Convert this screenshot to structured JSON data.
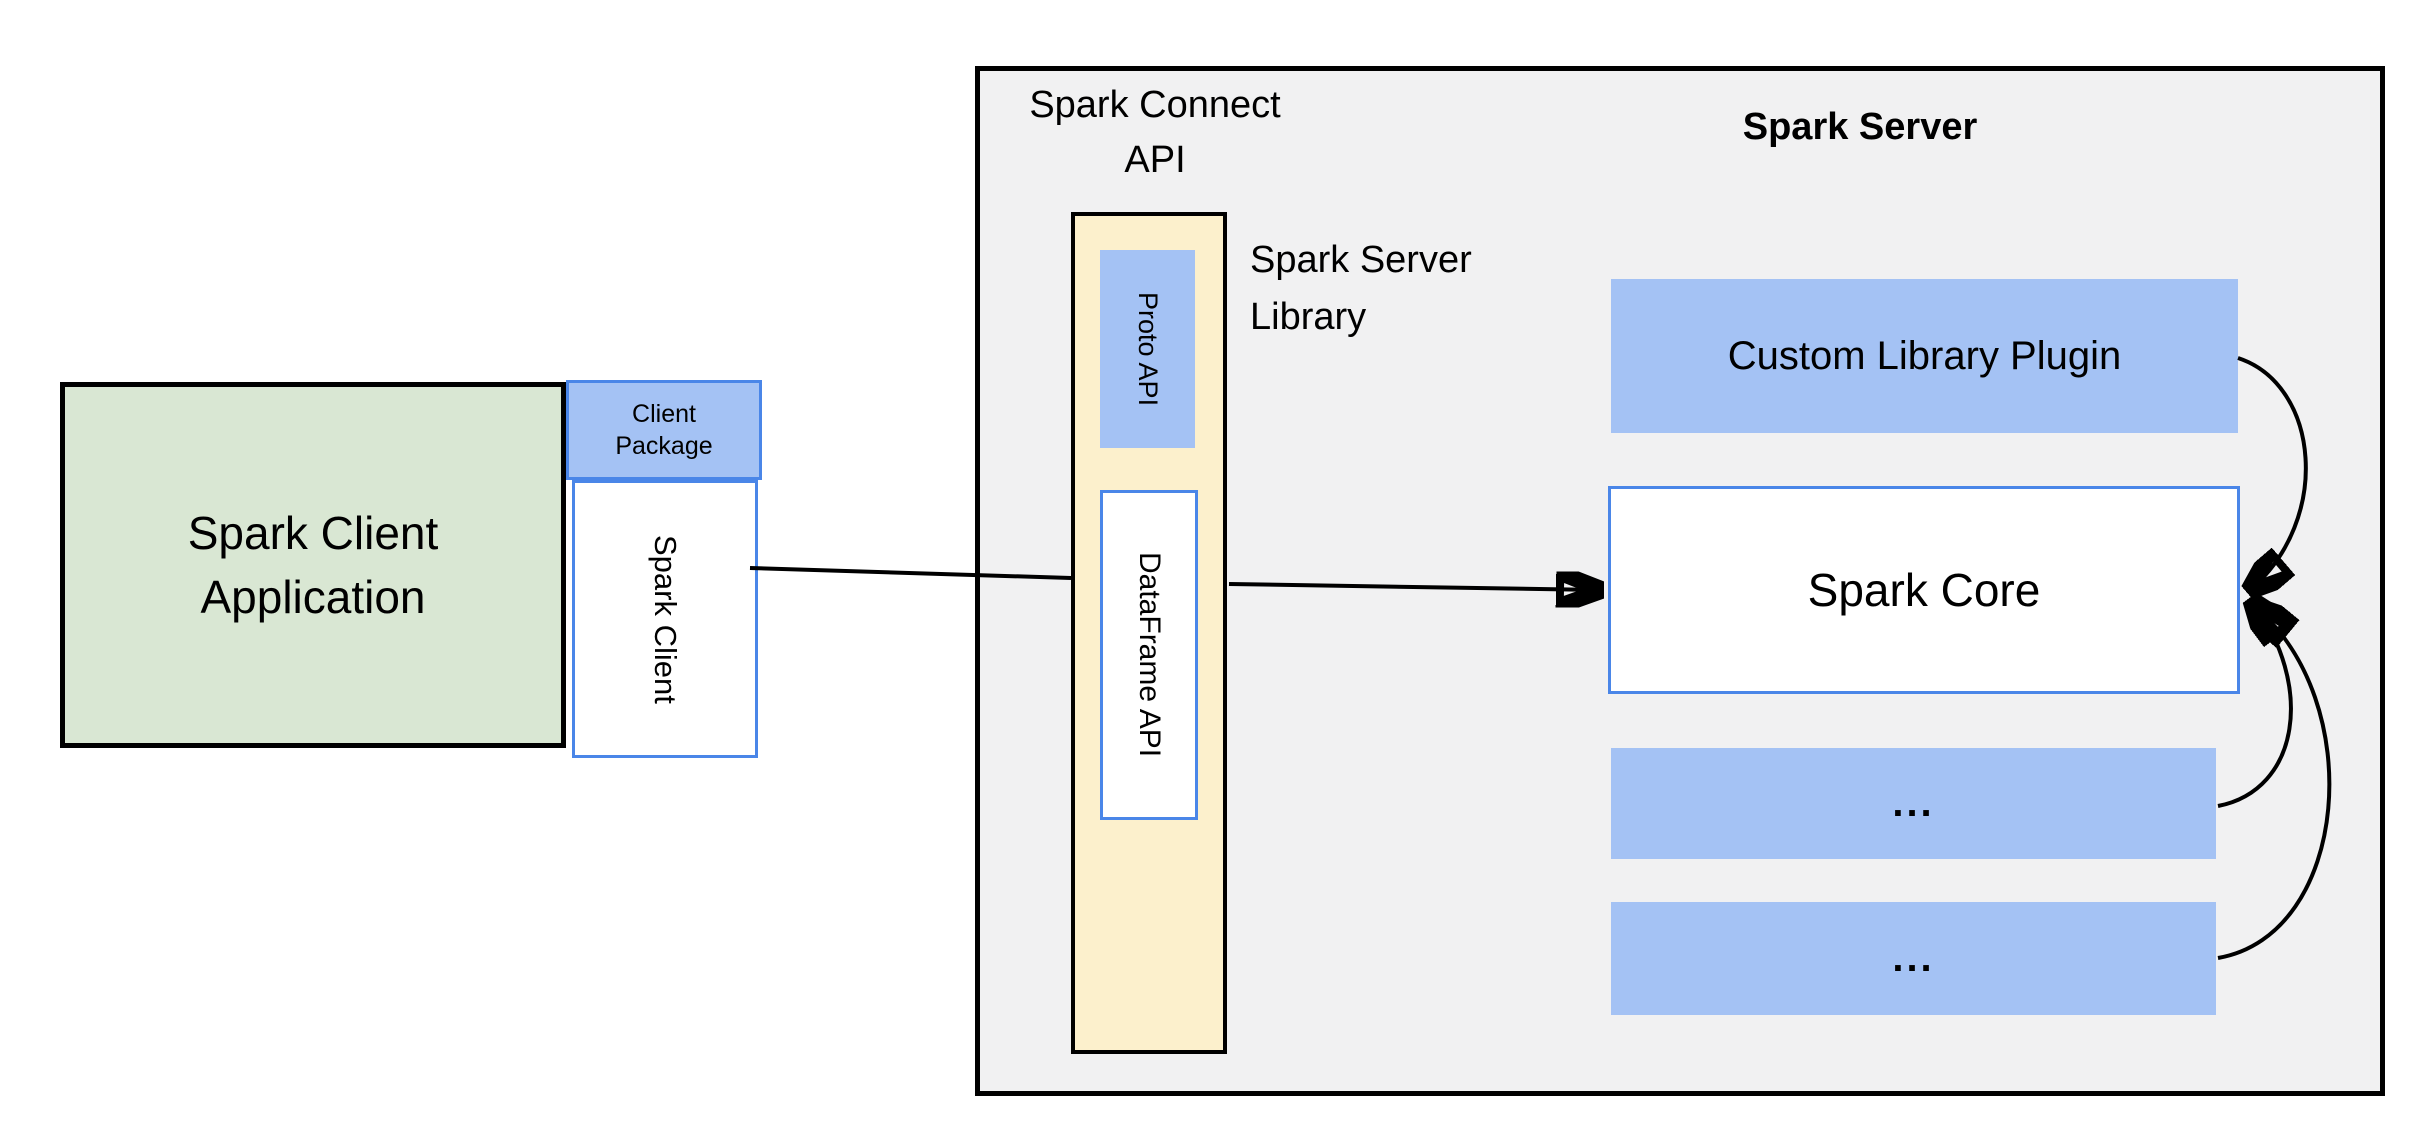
{
  "diagram": {
    "client": {
      "app_label": "Spark Client\nApplication",
      "package_label": "Client\nPackage",
      "spark_client_label": "Spark Client"
    },
    "connect": {
      "api_label": "Spark Connect\nAPI",
      "proto_label": "Proto API",
      "dataframe_label": "DataFrame API",
      "library_label": "Spark Server\nLibrary"
    },
    "server": {
      "title": "Spark Server",
      "plugin_label": "Custom Library Plugin",
      "core_label": "Spark Core",
      "ellipsis1_label": "...",
      "ellipsis2_label": "..."
    },
    "colors": {
      "panel_fill": "#f1f1f2",
      "panel_border": "#000000",
      "client_app_fill": "#d9e7d3",
      "blue_fill": "#a4c2f4",
      "blue_border": "#4a86e8",
      "connect_fill": "#fcf0cc",
      "arrow": "#000000"
    }
  }
}
